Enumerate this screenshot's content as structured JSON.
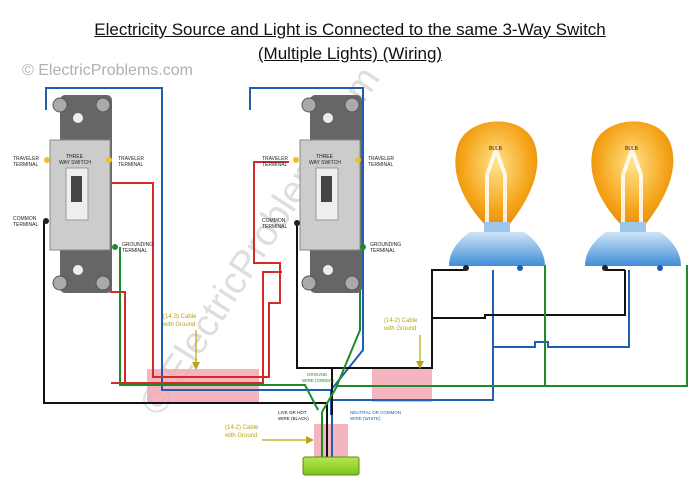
{
  "title_line1": "Electricity Source and Light is Connected to the same 3-Way Switch",
  "title_line2": "(Multiple Lights) (Wiring)",
  "watermark_small": "© ElectricProblems.com",
  "watermark_diag": "© ElectricProblems.com",
  "switch1": {
    "name_line1": "THREE",
    "name_line2": "WAY SWITCH",
    "traveler_left_1": "TRAVELER",
    "traveler_left_2": "TERMINAL",
    "traveler_right_1": "TRAVELER",
    "traveler_right_2": "TERMINAL",
    "common_1": "COMMON",
    "common_2": "TERMINAL",
    "ground_1": "GROUNDING",
    "ground_2": "TERMINAL"
  },
  "switch2": {
    "name_line1": "THREE",
    "name_line2": "WAY SWITCH",
    "traveler_left_1": "TRAVELER",
    "traveler_left_2": "TERMINAL",
    "traveler_right_1": "TRAVELER",
    "traveler_right_2": "TERMINAL",
    "common_1": "COMMON",
    "common_2": "TERMINAL",
    "ground_1": "GROUNDING",
    "ground_2": "TERMINAL"
  },
  "bulb1_label": "BULB",
  "bulb2_label": "BULB",
  "cable_143_line1": "(14-3) Cable",
  "cable_143_line2": "with Ground",
  "cable_142_right_line1": "(14-2) Cable",
  "cable_142_right_line2": "with Ground",
  "cable_142_bottom_line1": "(14-2) Cable",
  "cable_142_bottom_line2": "with Ground",
  "ground_wire_1": "GROUND",
  "ground_wire_2": "WIRE (GREEN)",
  "live_wire_1": "LIVE OR HOT",
  "live_wire_2": "WIRE (BLACK)",
  "neutral_wire_1": "NEUTRAL OR COMMON",
  "neutral_wire_2": "WIRE (WHITE)",
  "colors": {
    "hot": "#111111",
    "neutral": "#1f5fb0",
    "traveler": "#d42a2a",
    "ground": "#1f8a2c",
    "cable": "#f2a8b4",
    "label": "#b7a411"
  }
}
